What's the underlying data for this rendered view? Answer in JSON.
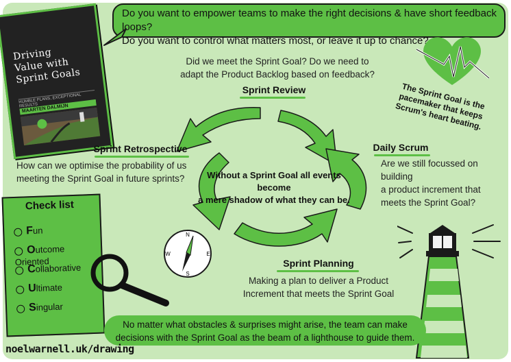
{
  "top_questions": {
    "line1": "Do you want to empower teams to make the right decisions & have short feedback loops?",
    "line2": "Do you want to control what matters most, or leave it up to chance?"
  },
  "book": {
    "title_line1": "Driving",
    "title_line2": "Value with",
    "title_line3": "Sprint Goals",
    "subtitle": "HUMBLE PLANS, EXCEPTIONAL RESULTS",
    "author": "MAARTEN DALMIJN"
  },
  "sprint_review": {
    "question_line1": "Did we meet the Sprint Goal? Do we need to",
    "question_line2": "adapt the Product Backlog based on feedback?",
    "label": "Sprint Review"
  },
  "heart_note": {
    "line1": "The Sprint Goal is the",
    "line2": "pacemaker that keeps",
    "line3": "Scrum's heart beating."
  },
  "sprint_retrospective": {
    "label": "Sprint Retrospective",
    "text_line1": "How can we optimise the probability of us",
    "text_line2": "meeting the Sprint Goal in future sprints?"
  },
  "center": {
    "line1": "Without a Sprint Goal all events become",
    "line2": "a mere shadow of what they can be."
  },
  "daily_scrum": {
    "label": "Daily Scrum",
    "text_line1": "Are we still focussed on building",
    "text_line2": "a product increment that",
    "text_line3": "meets the Sprint Goal?"
  },
  "checklist": {
    "title": "Check list",
    "items": [
      {
        "first": "F",
        "rest": "un"
      },
      {
        "first": "O",
        "rest": "utcome Oriented"
      },
      {
        "first": "C",
        "rest": "ollaborative"
      },
      {
        "first": "U",
        "rest": "ltimate"
      },
      {
        "first": "S",
        "rest": "ingular"
      }
    ]
  },
  "compass": {
    "n": "N",
    "e": "E",
    "s": "S",
    "w": "W"
  },
  "sprint_planning": {
    "label": "Sprint Planning",
    "text_line1": "Making a plan to deliver a Product",
    "text_line2": "Increment that meets the Sprint Goal"
  },
  "bottom_banner": {
    "line1": "No matter what obstacles & surprises might arise, the team can make",
    "line2": "decisions with the Sprint Goal as the beam of a lighthouse to guide them."
  },
  "credit": "noelwarnell.uk/drawing",
  "colors": {
    "accent": "#5dbf45",
    "background": "#c9e8b9",
    "ink": "#1a1a1a"
  }
}
